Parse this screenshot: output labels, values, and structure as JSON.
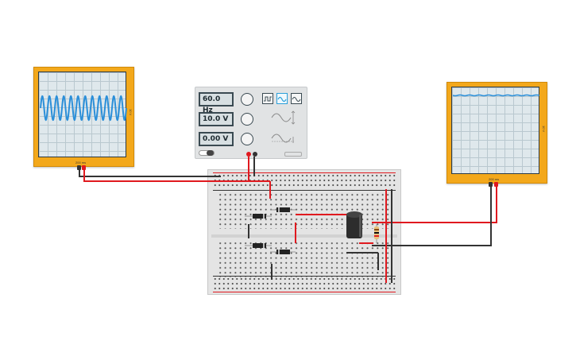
{
  "scope_left": {
    "time_label": "200 ms",
    "side_label": "10 V"
  },
  "scope_right": {
    "time_label": "200 ms",
    "side_label": "10 V"
  },
  "function_generator": {
    "frequency": "60.0 Hz",
    "amplitude": "10.0 V",
    "dc_offset": "0.00 V",
    "waveforms": [
      "square",
      "sine",
      "triangle"
    ],
    "selected_waveform": "sine"
  },
  "colors": {
    "scope_body": "#f3a81b",
    "trace": "#2b8fd9",
    "wire_red": "#e0191f",
    "wire_black": "#333333",
    "breadboard": "#e4e4e4"
  }
}
